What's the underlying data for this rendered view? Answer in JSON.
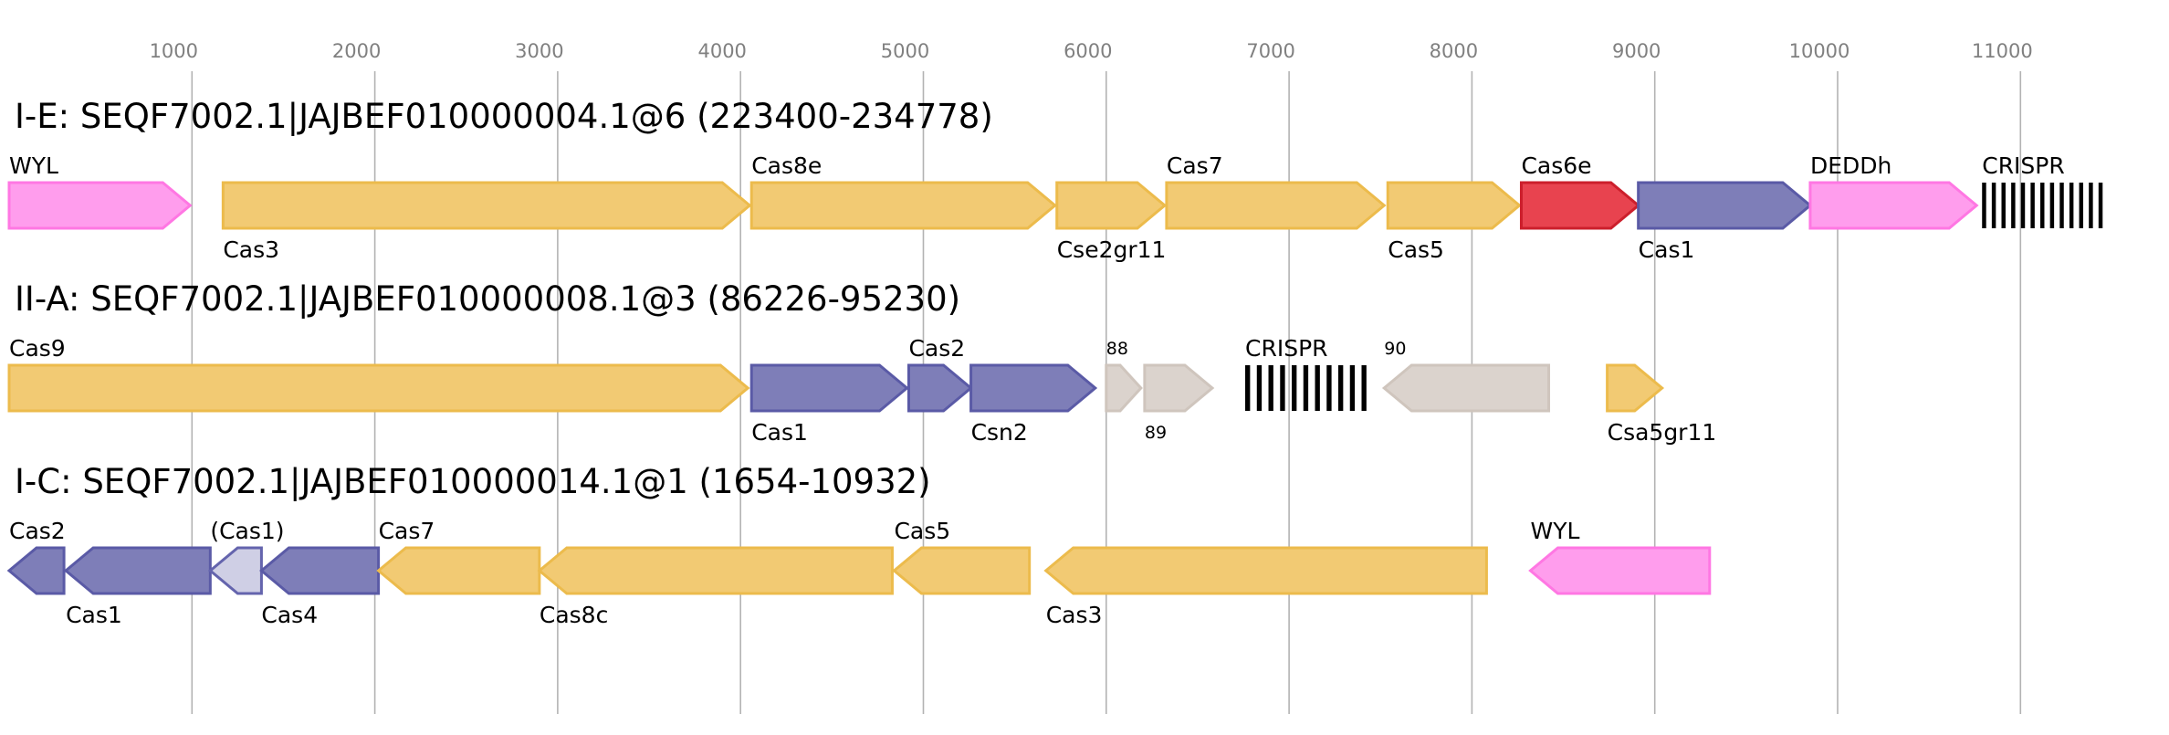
{
  "colors": {
    "orange": "#f2ca73",
    "orange_stroke": "#ecbb4c",
    "blue": "#7e7eb8",
    "blue_stroke": "#5a5aa6",
    "pink": "#ff9ded",
    "pink_stroke": "#ff77e3",
    "red": "#e8434f",
    "red_stroke": "#cc1f2c",
    "grey": "#dbd3cd",
    "grey_stroke": "#cfc5bd",
    "lightblue": "#cfcfe5",
    "lightblue_stroke": "#6464ad",
    "crispr": "#000000",
    "grid": "#b3b3b3",
    "tick_text": "#808080"
  },
  "axis": {
    "ticks": [
      {
        "value": 1000,
        "label": "1000"
      },
      {
        "value": 2000,
        "label": "2000"
      },
      {
        "value": 3000,
        "label": "3000"
      },
      {
        "value": 4000,
        "label": "4000"
      },
      {
        "value": 5000,
        "label": "5000"
      },
      {
        "value": 6000,
        "label": "6000"
      },
      {
        "value": 7000,
        "label": "7000"
      },
      {
        "value": 8000,
        "label": "8000"
      },
      {
        "value": 9000,
        "label": "9000"
      },
      {
        "value": 10000,
        "label": "10000"
      },
      {
        "value": 11000,
        "label": "11000"
      }
    ]
  },
  "tracks": [
    {
      "title": "I-E: SEQF7002.1|JAJBEF010000004.1@6 (223400-234778)",
      "genes": [
        {
          "label": "WYL",
          "start": 0,
          "end": 990,
          "strand": 1,
          "color": "pink",
          "label_pos": "above"
        },
        {
          "label": "Cas3",
          "start": 1170,
          "end": 4050,
          "strand": 1,
          "color": "orange",
          "label_pos": "below"
        },
        {
          "label": "Cas8e",
          "start": 4060,
          "end": 5720,
          "strand": 1,
          "color": "orange",
          "label_pos": "above"
        },
        {
          "label": "Cse2gr11",
          "start": 5730,
          "end": 6320,
          "strand": 1,
          "color": "orange",
          "label_pos": "below"
        },
        {
          "label": "Cas7",
          "start": 6330,
          "end": 7520,
          "strand": 1,
          "color": "orange",
          "label_pos": "above"
        },
        {
          "label": "Cas5",
          "start": 7540,
          "end": 8260,
          "strand": 1,
          "color": "orange",
          "label_pos": "below"
        },
        {
          "label": "Cas6e",
          "start": 8270,
          "end": 8910,
          "strand": 1,
          "color": "red",
          "label_pos": "above"
        },
        {
          "label": "Cas1",
          "start": 8910,
          "end": 9850,
          "strand": 1,
          "color": "blue",
          "label_pos": "below"
        },
        {
          "label": "DEDDh",
          "start": 9850,
          "end": 10760,
          "strand": 1,
          "color": "pink",
          "label_pos": "above"
        },
        {
          "label": "CRISPR",
          "start": 10790,
          "end": 11480,
          "type": "crispr",
          "repeats": 13,
          "label_pos": "above"
        }
      ]
    },
    {
      "title": "II-A: SEQF7002.1|JAJBEF010000008.1@3 (86226-95230)",
      "genes": [
        {
          "label": "Cas9",
          "start": 0,
          "end": 4040,
          "strand": 1,
          "color": "orange",
          "label_pos": "above"
        },
        {
          "label": "Cas1",
          "start": 4060,
          "end": 4910,
          "strand": 1,
          "color": "blue",
          "label_pos": "below"
        },
        {
          "label": "Cas2",
          "start": 4920,
          "end": 5260,
          "strand": 1,
          "color": "blue",
          "label_pos": "above"
        },
        {
          "label": "Csn2",
          "start": 5260,
          "end": 5940,
          "strand": 1,
          "color": "blue",
          "label_pos": "below"
        },
        {
          "label": "88",
          "start": 6000,
          "end": 6190,
          "strand": 1,
          "color": "grey",
          "label_pos": "above",
          "small": true
        },
        {
          "label": "89",
          "start": 6210,
          "end": 6580,
          "strand": 1,
          "color": "grey",
          "label_pos": "below",
          "small": true
        },
        {
          "label": "CRISPR",
          "start": 6760,
          "end": 7460,
          "type": "crispr",
          "repeats": 11,
          "label_pos": "above"
        },
        {
          "label": "90",
          "start": 7520,
          "end": 8420,
          "strand": -1,
          "color": "grey",
          "label_pos": "above",
          "small": true
        },
        {
          "label": "Csa5gr11",
          "start": 8740,
          "end": 9040,
          "strand": 1,
          "color": "orange",
          "label_pos": "below"
        }
      ]
    },
    {
      "title": "I-C: SEQF7002.1|JAJBEF010000014.1@1 (1654-10932)",
      "genes": [
        {
          "label": "Cas2",
          "start": 0,
          "end": 300,
          "strand": -1,
          "color": "blue",
          "label_pos": "above"
        },
        {
          "label": "Cas1",
          "start": 310,
          "end": 1100,
          "strand": -1,
          "color": "blue",
          "label_pos": "below"
        },
        {
          "label": "(Cas1)",
          "start": 1100,
          "end": 1380,
          "strand": -1,
          "color": "lightblue",
          "label_pos": "above"
        },
        {
          "label": "Cas4",
          "start": 1380,
          "end": 2020,
          "strand": -1,
          "color": "blue",
          "label_pos": "below"
        },
        {
          "label": "Cas7",
          "start": 2020,
          "end": 2900,
          "strand": -1,
          "color": "orange",
          "label_pos": "above"
        },
        {
          "label": "Cas8c",
          "start": 2900,
          "end": 4830,
          "strand": -1,
          "color": "orange",
          "label_pos": "below"
        },
        {
          "label": "Cas5",
          "start": 4840,
          "end": 5580,
          "strand": -1,
          "color": "orange",
          "label_pos": "above"
        },
        {
          "label": "Cas3",
          "start": 5670,
          "end": 8080,
          "strand": -1,
          "color": "orange",
          "label_pos": "below"
        },
        {
          "label": "WYL",
          "start": 8320,
          "end": 9300,
          "strand": -1,
          "color": "pink",
          "label_pos": "above"
        }
      ]
    }
  ]
}
